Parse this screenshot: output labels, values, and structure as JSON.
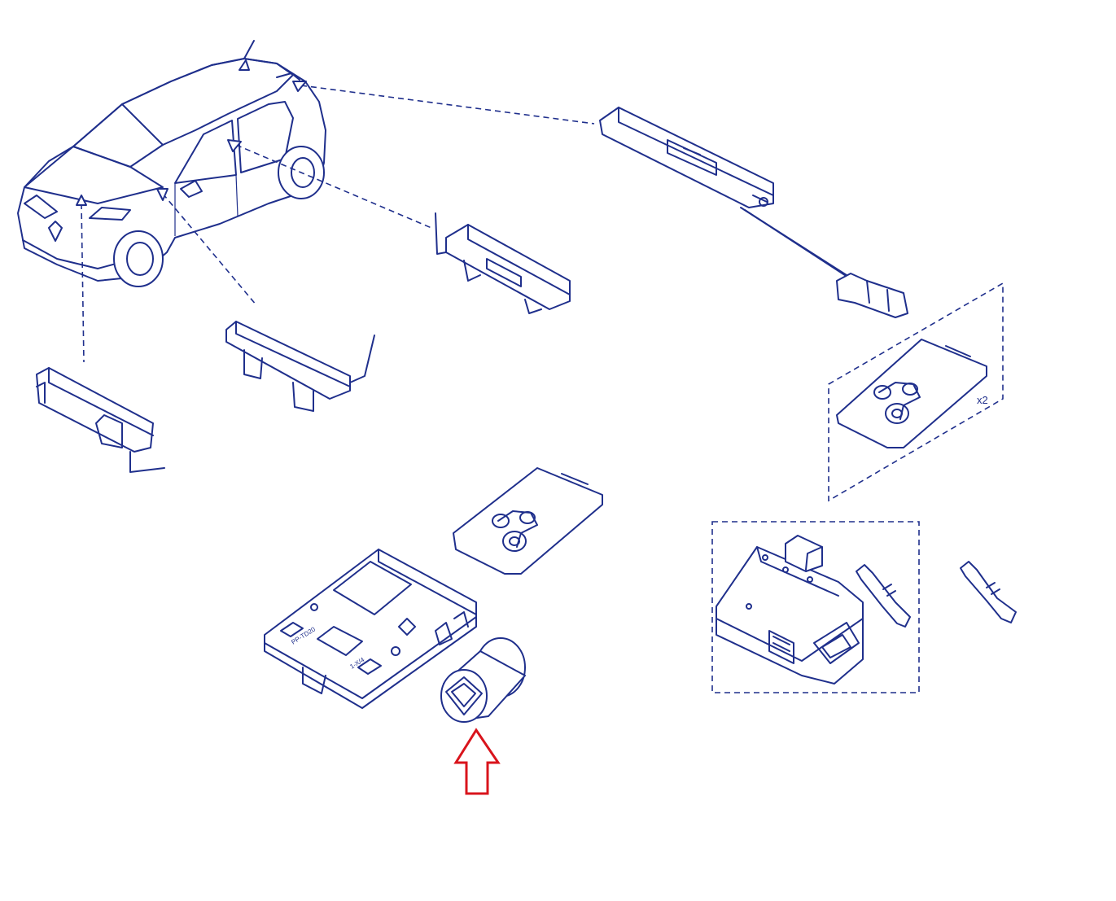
{
  "labels": {
    "card_quantity": "x2",
    "unit_text_a": "PP-TD20",
    "unit_text_b": "1-X/4"
  },
  "colors": {
    "line": "#1f2f8c",
    "highlight_arrow": "#d9141c",
    "background": "#ffffff"
  }
}
